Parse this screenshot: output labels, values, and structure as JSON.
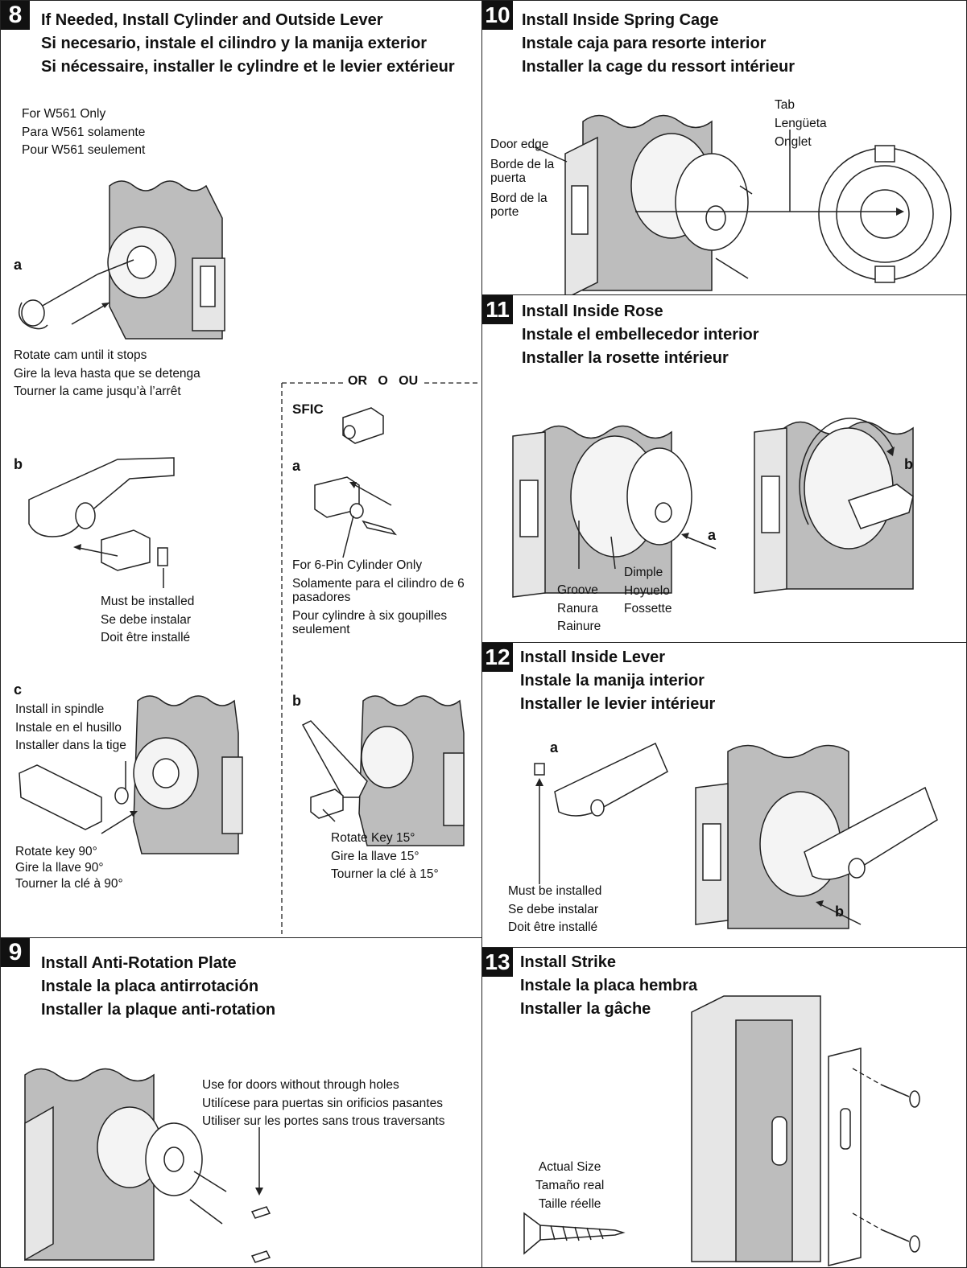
{
  "step8": {
    "number": "8",
    "title": [
      "If Needed, Install Cylinder and Outside Lever",
      "Si necesario, instale el cilindro y la manija exterior",
      "Si nécessaire, installer le cylindre et le levier extérieur"
    ],
    "w561": [
      "For W561 Only",
      "Para W561 solamente",
      "Pour W561 seulement"
    ],
    "label_a": "a",
    "rotate_cam": [
      "Rotate cam until it stops",
      "Gire la leva hasta que se detenga",
      "Tourner la came jusqu’à l’arrêt"
    ],
    "label_b": "b",
    "must_install": [
      "Must be installed",
      "Se debe instalar",
      "Doit être installé"
    ],
    "label_c": "c",
    "install_spindle": [
      "Install in spindle",
      "Instale en el husillo",
      "Installer dans la tige"
    ],
    "rotate_key": [
      "Rotate key 90°",
      "Gire la llave 90°",
      "Tourner la clé à 90°"
    ],
    "or_label": "OR   O   OU",
    "sfic": "SFIC",
    "sfic_a": "a",
    "six_pin": [
      "For 6-Pin Cylinder Only",
      "Solamente para el cilindro de 6 pasadores",
      "Pour cylindre à six goupilles seulement"
    ],
    "sfic_b": "b",
    "rotate_key15": [
      "Rotate Key 15°",
      "Gire la llave 15°",
      "Tourner la clé à 15°"
    ]
  },
  "step9": {
    "number": "9",
    "title": [
      "Install Anti-Rotation Plate",
      "Instale la placa antirrotación",
      "Installer la plaque anti-rotation"
    ],
    "use_for": [
      "Use for doors without through holes",
      "Utilícese para puertas sin orificios pasantes",
      "Utiliser sur les portes sans trous traversants"
    ]
  },
  "step10": {
    "number": "10",
    "title": [
      "Install Inside Spring Cage",
      "Instale caja para resorte interior",
      "Installer la cage du ressort intérieur"
    ],
    "door_edge": [
      "Door edge",
      "Borde de la puerta",
      "Bord de la porte"
    ],
    "tab": [
      "Tab",
      "Lengüeta",
      "Onglet"
    ]
  },
  "step11": {
    "number": "11",
    "title": [
      "Install Inside Rose",
      "Instale el embellecedor interior",
      "Installer la rosette intérieur"
    ],
    "groove": [
      "Groove",
      "Ranura",
      "Rainure"
    ],
    "dimple": [
      "Dimple",
      "Hoyuelo",
      "Fossette"
    ],
    "label_a": "a",
    "label_b": "b"
  },
  "step12": {
    "number": "12",
    "title": [
      "Install Inside Lever",
      "Instale la manija interior",
      "Installer le levier intérieur"
    ],
    "label_a": "a",
    "label_b": "b",
    "must_install": [
      "Must be installed",
      "Se debe instalar",
      "Doit être installé"
    ]
  },
  "step13": {
    "number": "13",
    "title": [
      "Install Strike",
      "Instale la placa hembra",
      "Installer la gâche"
    ],
    "actual_size": [
      "Actual Size",
      "Tamaño real",
      "Taille réelle"
    ]
  }
}
